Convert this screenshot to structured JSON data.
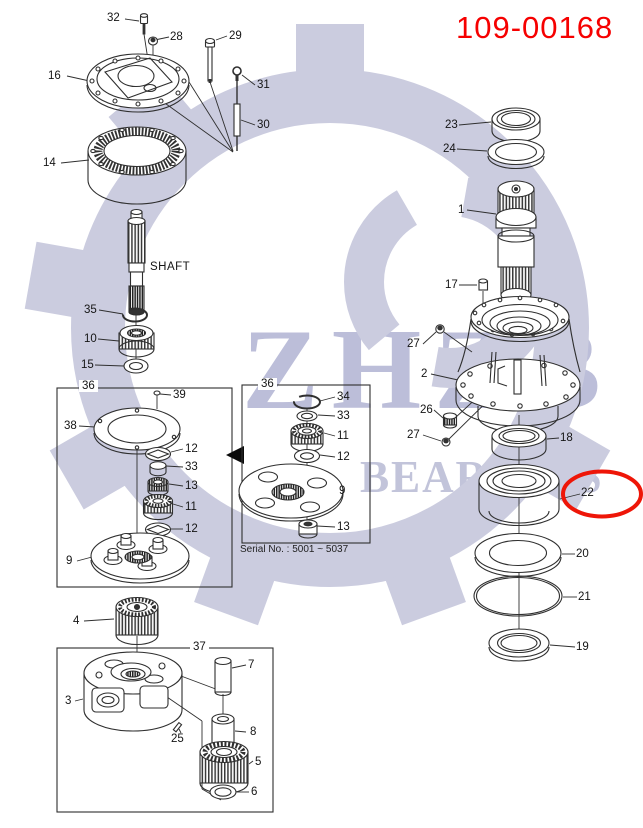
{
  "page_title_code": "109-00168",
  "annotations": {
    "shaft_label": "SHAFT",
    "serial_note": "Serial No. : 5001 ~ 5037",
    "highlighted_callout": "22"
  },
  "watermark": {
    "line1": "ZHZB",
    "line2": "BEARINGS"
  },
  "colors": {
    "highlight_red": "#ee1608",
    "watermark_shape": "#cbccdf",
    "watermark_text": "#bcbed9",
    "line_art": "#2f2f2f"
  },
  "callouts": [
    "32",
    "28",
    "29",
    "16",
    "31",
    "30",
    "14",
    "35",
    "10",
    "15",
    "36",
    "39",
    "38",
    "12",
    "33",
    "13",
    "11",
    "12",
    "9",
    "36",
    "34",
    "33",
    "11",
    "12",
    "9",
    "13",
    "4",
    "37",
    "7",
    "3",
    "25",
    "8",
    "5",
    "6",
    "23",
    "24",
    "1",
    "17",
    "27",
    "2",
    "26",
    "27",
    "18",
    "22",
    "20",
    "21",
    "19"
  ]
}
